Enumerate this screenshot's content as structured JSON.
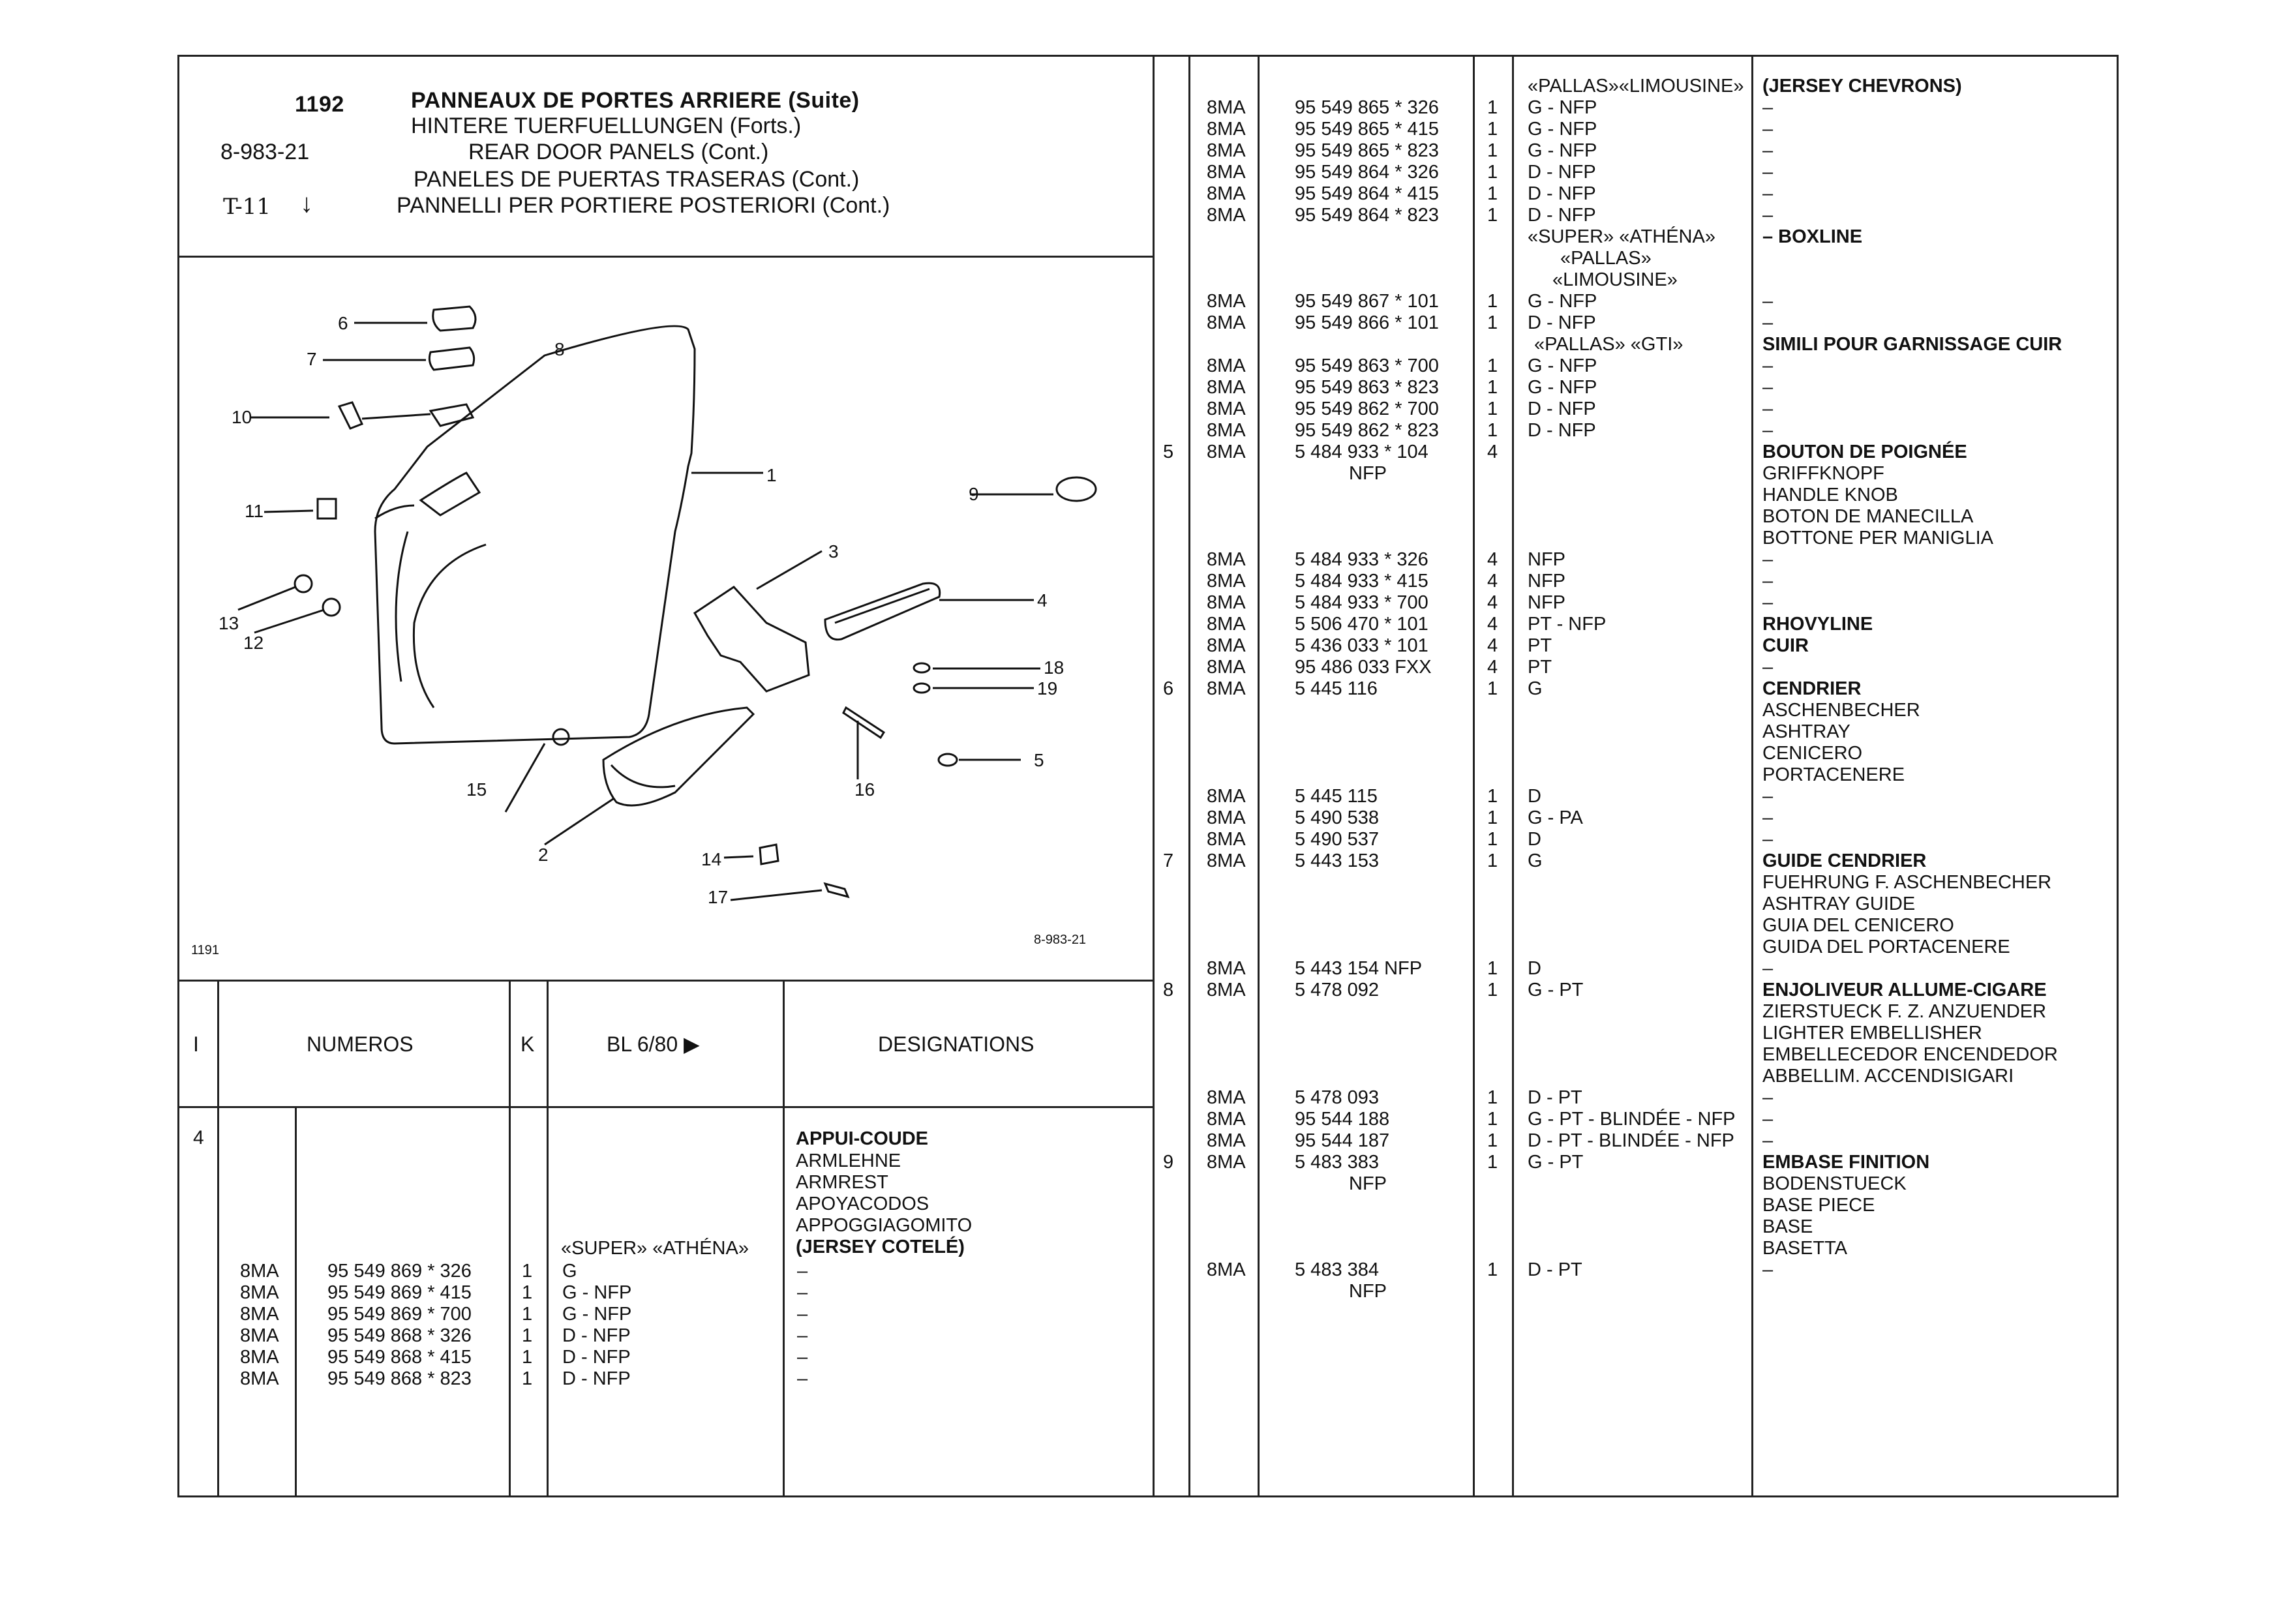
{
  "header": {
    "page_no": "1192",
    "ref": "8-983-21",
    "group": "T-11",
    "titles": [
      "PANNEAUX DE PORTES ARRIERE (Suite)",
      "HINTERE TUERFUELLUNGEN (Forts.)",
      "REAR DOOR PANELS (Cont.)",
      "PANELES DE PUERTAS TRASERAS (Cont.)",
      "PANNELLI PER PORTIERE POSTERIORI (Cont.)"
    ]
  },
  "diagram": {
    "callouts": [
      "1",
      "2",
      "3",
      "4",
      "5",
      "6",
      "7",
      "8",
      "9",
      "10",
      "11",
      "12",
      "13",
      "14",
      "15",
      "16",
      "17",
      "18",
      "19"
    ],
    "footer_left": "1191",
    "footer_right": "8-983-21"
  },
  "columns": {
    "index": "I",
    "numeros": "NUMEROS",
    "k": "K",
    "bl": "BL 6/80 ▶",
    "designations": "DESIGNATIONS"
  },
  "left_table": {
    "item_no": "4",
    "designation_lines": [
      "APPUI-COUDE",
      "ARMLEHNE",
      "ARMREST",
      "APOYACODOS",
      "APPOGGIAGOMITO"
    ],
    "model_note": "«SUPER» «ATHÉNA»",
    "model_designation": "(JERSEY COTELÉ)",
    "rows": [
      {
        "code": "8MA",
        "num": "95 549 869 * 326",
        "k": "1",
        "bl": "G",
        "des": "–"
      },
      {
        "code": "8MA",
        "num": "95 549 869 * 415",
        "k": "1",
        "bl": "G - NFP",
        "des": "–"
      },
      {
        "code": "8MA",
        "num": "95 549 869 * 700",
        "k": "1",
        "bl": "G - NFP",
        "des": "–"
      },
      {
        "code": "8MA",
        "num": "95 549 868 * 326",
        "k": "1",
        "bl": "D - NFP",
        "des": "–"
      },
      {
        "code": "8MA",
        "num": "95 549 868 * 415",
        "k": "1",
        "bl": "D - NFP",
        "des": "–"
      },
      {
        "code": "8MA",
        "num": "95 549 868 * 823",
        "k": "1",
        "bl": "D - NFP",
        "des": "–"
      }
    ]
  },
  "right_table": [
    {
      "bl": "«PALLAS»«LIMOUSINE»",
      "des": "(JERSEY CHEVRONS)",
      "des_bold": true
    },
    {
      "code": "8MA",
      "num": "95 549 865 * 326",
      "k": "1",
      "bl": "G - NFP",
      "des": "–"
    },
    {
      "code": "8MA",
      "num": "95 549 865 * 415",
      "k": "1",
      "bl": "G - NFP",
      "des": "–"
    },
    {
      "code": "8MA",
      "num": "95 549 865 * 823",
      "k": "1",
      "bl": "G - NFP",
      "des": "–"
    },
    {
      "code": "8MA",
      "num": "95 549 864 * 326",
      "k": "1",
      "bl": "D - NFP",
      "des": "–"
    },
    {
      "code": "8MA",
      "num": "95 549 864 * 415",
      "k": "1",
      "bl": "D - NFP",
      "des": "–"
    },
    {
      "code": "8MA",
      "num": "95 549 864 * 823",
      "k": "1",
      "bl": "D - NFP",
      "des": "–"
    },
    {
      "bl": "«SUPER» «ATHÉNA»",
      "des": "– BOXLINE",
      "des_bold": true
    },
    {
      "bl": "«PALLAS»"
    },
    {
      "bl": "«LIMOUSINE»"
    },
    {
      "code": "8MA",
      "num": "95 549 867 * 101",
      "k": "1",
      "bl": "G - NFP",
      "des": "–"
    },
    {
      "code": "8MA",
      "num": "95 549 866 * 101",
      "k": "1",
      "bl": "D - NFP",
      "des": "–"
    },
    {
      "bl": "«PALLAS» «GTI»",
      "des": "SIMILI POUR GARNISSAGE CUIR",
      "des_bold": true
    },
    {
      "code": "8MA",
      "num": "95 549 863 * 700",
      "k": "1",
      "bl": "G - NFP",
      "des": "–"
    },
    {
      "code": "8MA",
      "num": "95 549 863 * 823",
      "k": "1",
      "bl": "G - NFP",
      "des": "–"
    },
    {
      "code": "8MA",
      "num": "95 549 862 * 700",
      "k": "1",
      "bl": "D - NFP",
      "des": "–"
    },
    {
      "code": "8MA",
      "num": "95 549 862 * 823",
      "k": "1",
      "bl": "D - NFP",
      "des": "–"
    },
    {
      "item": "5",
      "code": "8MA",
      "num": "5 484 933 * 104",
      "k": "4",
      "des": "BOUTON DE POIGNÉE",
      "des_bold": true
    },
    {
      "num": "NFP",
      "des": "GRIFFKNOPF"
    },
    {
      "des": "HANDLE KNOB"
    },
    {
      "des": "BOTON DE MANECILLA"
    },
    {
      "des": "BOTTONE PER MANIGLIA"
    },
    {
      "code": "8MA",
      "num": "5 484 933 * 326",
      "k": "4",
      "bl": "NFP",
      "des": "–"
    },
    {
      "code": "8MA",
      "num": "5 484 933 * 415",
      "k": "4",
      "bl": "NFP",
      "des": "–"
    },
    {
      "code": "8MA",
      "num": "5 484 933 * 700",
      "k": "4",
      "bl": "NFP",
      "des": "–"
    },
    {
      "code": "8MA",
      "num": "5 506 470 * 101",
      "k": "4",
      "bl": "PT - NFP",
      "des": "RHOVYLINE",
      "des_bold": true
    },
    {
      "code": "8MA",
      "num": "5 436 033 * 101",
      "k": "4",
      "bl": "PT",
      "des": "CUIR",
      "des_bold": true
    },
    {
      "code": "8MA",
      "num": "95 486 033 FXX",
      "k": "4",
      "bl": "PT",
      "des": "–"
    },
    {
      "item": "6",
      "code": "8MA",
      "num": "5 445 116",
      "k": "1",
      "bl": "G",
      "des": "CENDRIER",
      "des_bold": true
    },
    {
      "des": "ASCHENBECHER"
    },
    {
      "des": "ASHTRAY"
    },
    {
      "des": "CENICERO"
    },
    {
      "des": "PORTACENERE"
    },
    {
      "code": "8MA",
      "num": "5 445 115",
      "k": "1",
      "bl": "D",
      "des": "–"
    },
    {
      "code": "8MA",
      "num": "5 490 538",
      "k": "1",
      "bl": "G - PA",
      "des": "–"
    },
    {
      "code": "8MA",
      "num": "5 490 537",
      "k": "1",
      "bl": "D",
      "des": "–"
    },
    {
      "item": "7",
      "code": "8MA",
      "num": "5 443 153",
      "k": "1",
      "bl": "G",
      "des": "GUIDE CENDRIER",
      "des_bold": true
    },
    {
      "des": "FUEHRUNG F. ASCHENBECHER"
    },
    {
      "des": "ASHTRAY GUIDE"
    },
    {
      "des": "GUIA DEL CENICERO"
    },
    {
      "des": "GUIDA DEL PORTACENERE"
    },
    {
      "code": "8MA",
      "num": "5 443 154 NFP",
      "k": "1",
      "bl": "D",
      "des": "–"
    },
    {
      "item": "8",
      "code": "8MA",
      "num": "5 478 092",
      "k": "1",
      "bl": "G - PT",
      "des": "ENJOLIVEUR ALLUME-CIGARE",
      "des_bold": true
    },
    {
      "des": "ZIERSTUECK F. Z. ANZUENDER"
    },
    {
      "des": "LIGHTER EMBELLISHER"
    },
    {
      "des": "EMBELLECEDOR ENCENDEDOR"
    },
    {
      "des": "ABBELLIM. ACCENDISIGARI"
    },
    {
      "code": "8MA",
      "num": "5 478 093",
      "k": "1",
      "bl": "D - PT",
      "des": "–"
    },
    {
      "code": "8MA",
      "num": "95 544 188",
      "k": "1",
      "bl": "G - PT - BLINDÉE - NFP",
      "des": "–"
    },
    {
      "code": "8MA",
      "num": "95 544 187",
      "k": "1",
      "bl": "D - PT - BLINDÉE - NFP",
      "des": "–"
    },
    {
      "item": "9",
      "code": "8MA",
      "num": "5 483 383",
      "k": "1",
      "bl": "G - PT",
      "des": "EMBASE FINITION",
      "des_bold": true
    },
    {
      "num": "NFP",
      "des": "BODENSTUECK"
    },
    {
      "des": "BASE PIECE"
    },
    {
      "des": "BASE"
    },
    {
      "des": "BASETTA"
    },
    {
      "code": "8MA",
      "num": "5 483 384",
      "k": "1",
      "bl": "D - PT",
      "des": "–"
    },
    {
      "num": "NFP"
    }
  ]
}
